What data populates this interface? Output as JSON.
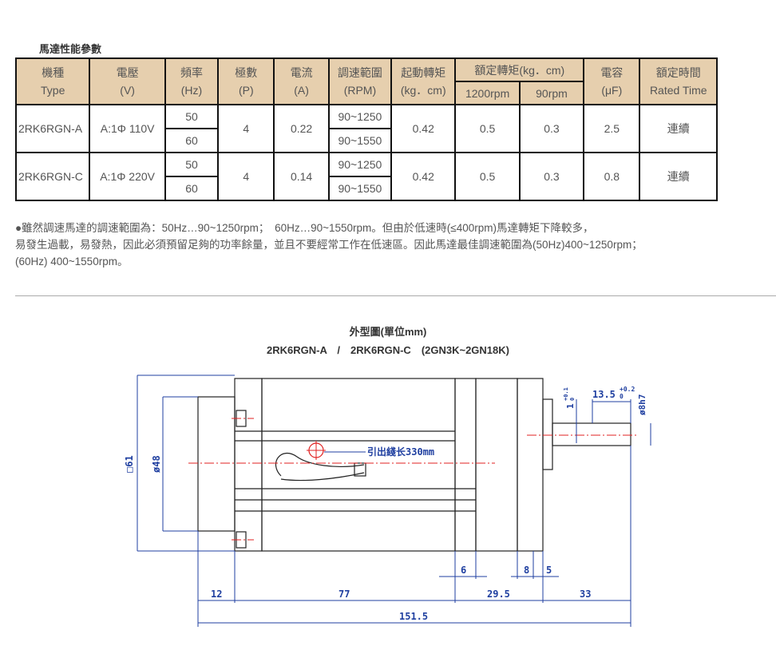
{
  "section_title": "馬達性能參數",
  "table": {
    "headers": {
      "type": [
        "機種",
        "Type"
      ],
      "voltage": [
        "電壓",
        "(V)"
      ],
      "freq": [
        "頻率",
        "(Hz)"
      ],
      "poles": [
        "極數",
        "(P)"
      ],
      "current": [
        "電流",
        "(A)"
      ],
      "speed": [
        "調速範圍",
        "(RPM)"
      ],
      "start_torque": [
        "起動轉矩",
        "(kg．cm)"
      ],
      "rated_torque": "額定轉矩(kg．cm)",
      "rpm1200": "1200rpm",
      "rpm90": "90rpm",
      "capacitor": [
        "電容",
        "(μF)"
      ],
      "rated_time": [
        "額定時間",
        "Rated Time"
      ]
    },
    "rows": [
      {
        "model": "2RK6RGN-A",
        "voltage": "A:1Φ 110V",
        "freq": [
          "50",
          "60"
        ],
        "poles": "4",
        "current": "0.22",
        "speed": [
          "90~1250",
          "90~1550"
        ],
        "start_torque": "0.42",
        "t1200": "0.5",
        "t90": "0.3",
        "cap": "2.5",
        "time": "連續"
      },
      {
        "model": "2RK6RGN-C",
        "voltage": "A:1Φ 220V",
        "freq": [
          "50",
          "60"
        ],
        "poles": "4",
        "current": "0.14",
        "speed": [
          "90~1250",
          "90~1550"
        ],
        "start_torque": "0.42",
        "t1200": "0.5",
        "t90": "0.3",
        "cap": "0.8",
        "time": "連續"
      }
    ]
  },
  "note": {
    "line1": "●雖然調速馬達的調速範圍為：50Hz…90~1250rpm；　60Hz…90~1550rpm。但由於低速時(≤400rpm)馬達轉矩下降較多，",
    "line2": "易發生過載，易發熱，因此必須預留足夠的功率餘量，並且不要經常工作在低速區。因此馬達最佳調速範圍為(50Hz)400~1250rpm；",
    "line3": "(60Hz) 400~1550rpm。"
  },
  "drawing": {
    "title": "外型圖(單位mm)",
    "subtitle": "2RK6RGN-A　/　2RK6RGN-C　(2GN3K~2GN18K)",
    "lead_label": "引出綫长330mm",
    "dims": {
      "d12": "12",
      "d77": "77",
      "d295": "29.5",
      "d33": "33",
      "d1515": "151.5",
      "d6": "6",
      "d8": "8",
      "d5": "5",
      "d61": "□61",
      "d48": "ø48",
      "d8h7": "ø8h7",
      "d135": "13.5",
      "d135_tol_up": "+0.2",
      "d135_tol_lo": "0",
      "d1": "1",
      "d1_tol_up": "+0.1",
      "d1_tol_lo": "0"
    },
    "colors": {
      "line": "#1f3fa0",
      "center": "#e02020"
    }
  }
}
